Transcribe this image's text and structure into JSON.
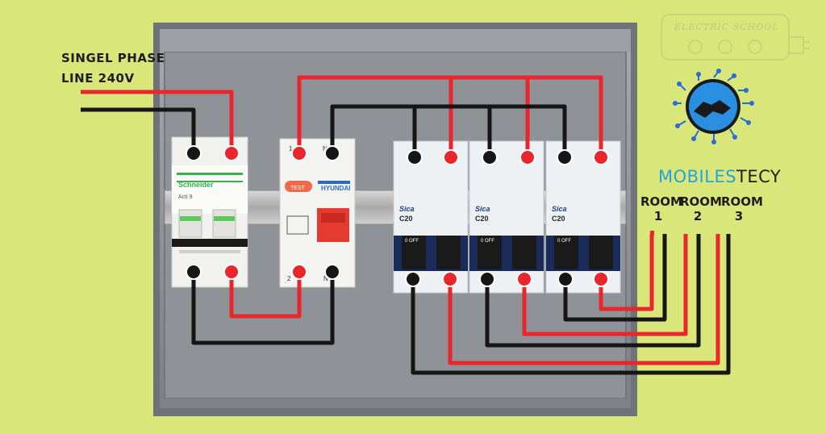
{
  "supply": {
    "line1": "SINGEL PHASE",
    "line2": "LINE 240V"
  },
  "watermark": {
    "text": "ELECTRIC SCHOOL"
  },
  "logo": {
    "brand_a": "MOBILES",
    "brand_b": "TECY"
  },
  "rooms": [
    {
      "word": "ROOM",
      "num": "1"
    },
    {
      "word": "ROOM",
      "num": "2"
    },
    {
      "word": "ROOM",
      "num": "3"
    }
  ],
  "devices": {
    "main_breaker": {
      "brand": "Schneider",
      "series": "Acti 9"
    },
    "rcd": {
      "brand": "HYUNDAI",
      "test": "TEST",
      "term_l_top": "1",
      "term_n_top": "N",
      "term_l_bot": "2",
      "term_n_bot": "N"
    },
    "mcbs": [
      {
        "brand": "Sica",
        "rating": "C20",
        "off": "0 OFF"
      },
      {
        "brand": "Sica",
        "rating": "C20",
        "off": "0 OFF"
      },
      {
        "brand": "Sica",
        "rating": "C20",
        "off": "0 OFF"
      }
    ]
  },
  "colors": {
    "background": "#d9e67a",
    "live": "#e8262b",
    "neutral": "#161616",
    "box": "#8e9196",
    "brand": "#27a2d8"
  }
}
